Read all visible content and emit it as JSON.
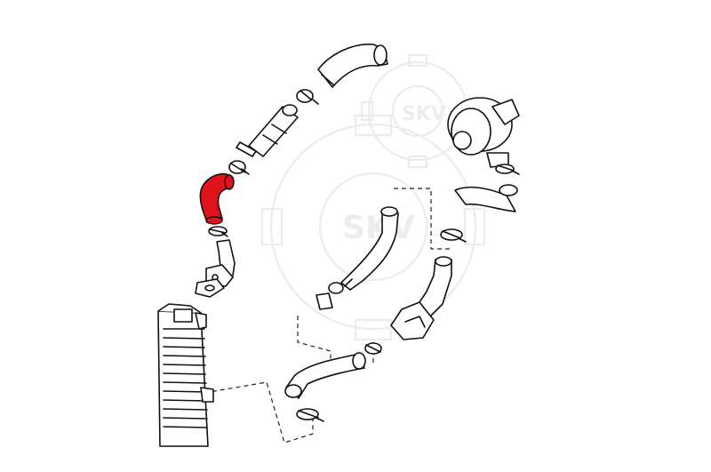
{
  "watermark": {
    "text": "SKV",
    "color": "#ececec"
  },
  "highlight": {
    "part": "turbo-intercooler-hose",
    "color": "#e0121b"
  },
  "parts": [
    {
      "id": "upper-elbow-hose"
    },
    {
      "id": "upper-clamp"
    },
    {
      "id": "metal-pipe"
    },
    {
      "id": "middle-clamp"
    },
    {
      "id": "highlighted-hose"
    },
    {
      "id": "lower-clamp"
    },
    {
      "id": "flanged-elbow-pipe"
    },
    {
      "id": "gasket"
    },
    {
      "id": "intercooler"
    },
    {
      "id": "turbocharger"
    },
    {
      "id": "turbo-clamp"
    },
    {
      "id": "turbo-outlet-hose"
    },
    {
      "id": "s-curve-hose"
    },
    {
      "id": "lower-s-clamp"
    },
    {
      "id": "throttle-housing"
    },
    {
      "id": "throttle-clamp"
    },
    {
      "id": "bottom-hose"
    },
    {
      "id": "bottom-clamp"
    }
  ]
}
